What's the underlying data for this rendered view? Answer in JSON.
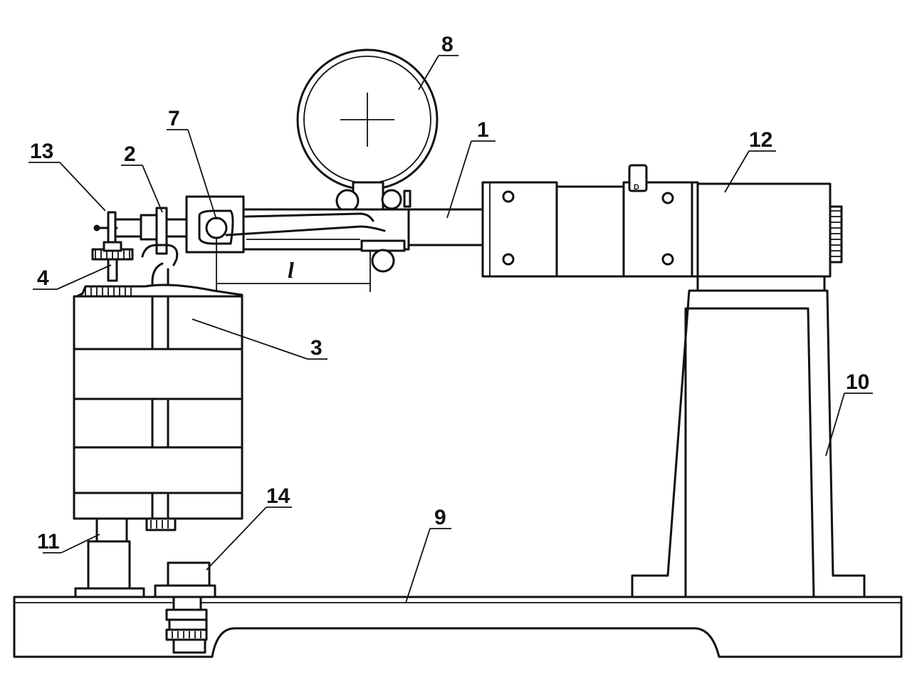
{
  "diagram": {
    "callouts": [
      {
        "id": "c1",
        "text": "1"
      },
      {
        "id": "c2",
        "text": "2"
      },
      {
        "id": "c3",
        "text": "3"
      },
      {
        "id": "c4",
        "text": "4"
      },
      {
        "id": "c7",
        "text": "7"
      },
      {
        "id": "c8",
        "text": "8"
      },
      {
        "id": "c9",
        "text": "9"
      },
      {
        "id": "c10",
        "text": "10"
      },
      {
        "id": "c11",
        "text": "11"
      },
      {
        "id": "c12",
        "text": "12"
      },
      {
        "id": "c13",
        "text": "13"
      },
      {
        "id": "c14",
        "text": "14"
      }
    ],
    "dimension_label": "l",
    "tag_letter": "D"
  }
}
